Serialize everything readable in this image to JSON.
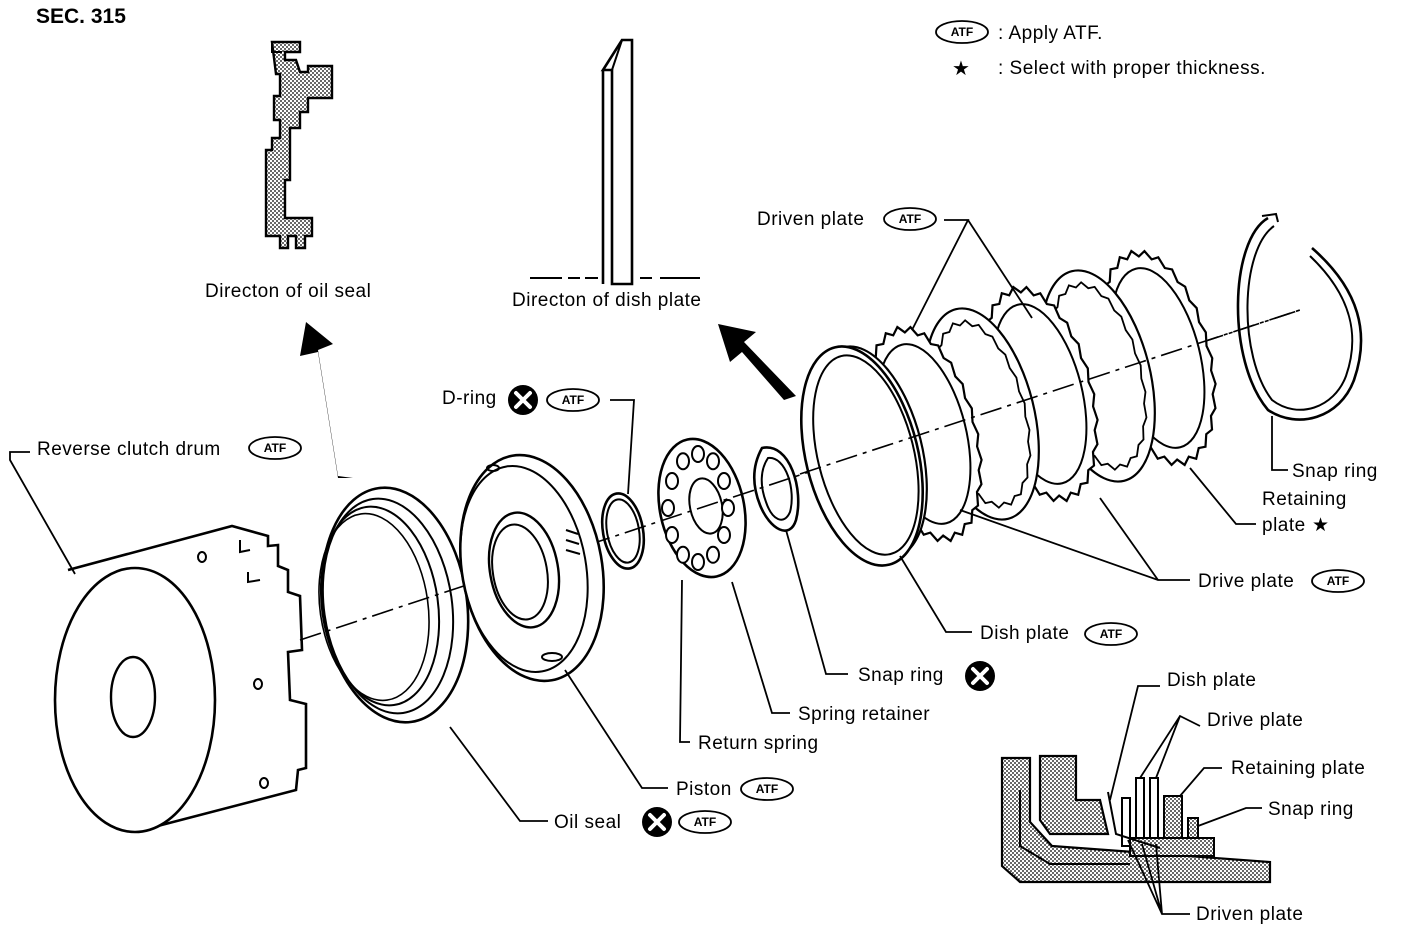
{
  "section_title": "SEC. 315",
  "legend": {
    "atf_badge": "ATF",
    "atf_text": ": Apply ATF.",
    "star_symbol": "★",
    "star_text": ": Select with proper thickness."
  },
  "insets": {
    "oil_seal_caption": "Directon of oil seal",
    "dish_plate_caption": "Directon of dish plate"
  },
  "labels": {
    "reverse_clutch_drum": "Reverse clutch drum",
    "oil_seal": "Oil seal",
    "piston": "Piston",
    "d_ring": "D-ring",
    "return_spring": "Return spring",
    "spring_retainer": "Spring retainer",
    "snap_ring_small": "Snap ring",
    "dish_plate": "Dish plate",
    "driven_plate": "Driven plate",
    "drive_plate": "Drive plate",
    "snap_ring_large": "Snap ring",
    "retaining_plate_line1": "Retaining",
    "retaining_plate_line2": "plate",
    "retaining_plate_star": "★"
  },
  "detail_labels": {
    "dish_plate": "Dish plate",
    "drive_plate": "Drive plate",
    "retaining_plate": "Retaining plate",
    "snap_ring": "Snap ring",
    "driven_plate": "Driven plate"
  },
  "icons": {
    "do_not_reuse": "circled-x-icon",
    "apply_atf": "atf-badge-icon",
    "select_thickness": "star-icon",
    "direction": "arrow-icon"
  }
}
